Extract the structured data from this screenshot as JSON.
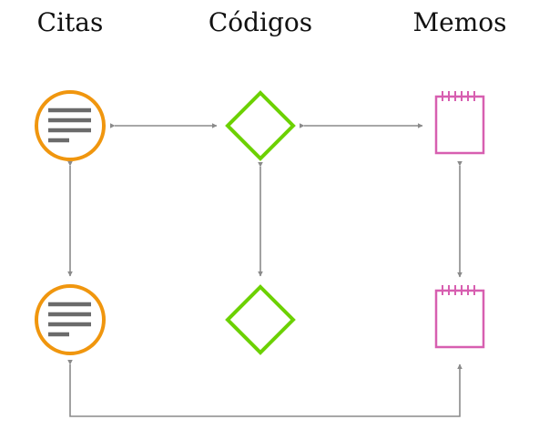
{
  "headers": {
    "citas": "Citas",
    "codigos": "Códigos",
    "memos": "Memos"
  },
  "colors": {
    "quotation": "#F0960E",
    "code": "#6CD100",
    "memo": "#D75FB0",
    "connector": "#8A8A8A",
    "lines_icon": "#6B6B6B"
  },
  "nodes": [
    {
      "id": "quotation-1",
      "kind": "quotation",
      "icon": "document-lines-icon"
    },
    {
      "id": "code-1",
      "kind": "code",
      "icon": "diamond-icon"
    },
    {
      "id": "memo-1",
      "kind": "memo",
      "icon": "notepad-icon"
    },
    {
      "id": "quotation-2",
      "kind": "quotation",
      "icon": "document-lines-icon"
    },
    {
      "id": "code-2",
      "kind": "code",
      "icon": "diamond-icon"
    },
    {
      "id": "memo-2",
      "kind": "memo",
      "icon": "notepad-icon"
    }
  ],
  "links": [
    {
      "from": "quotation-1",
      "to": "code-1",
      "direction": "both"
    },
    {
      "from": "code-1",
      "to": "memo-1",
      "direction": "both"
    },
    {
      "from": "quotation-1",
      "to": "quotation-2",
      "direction": "both"
    },
    {
      "from": "code-1",
      "to": "code-2",
      "direction": "both"
    },
    {
      "from": "memo-1",
      "to": "memo-2",
      "direction": "both"
    },
    {
      "from": "quotation-2",
      "to": "memo-2",
      "direction": "both",
      "routing": "elbow-below"
    }
  ]
}
